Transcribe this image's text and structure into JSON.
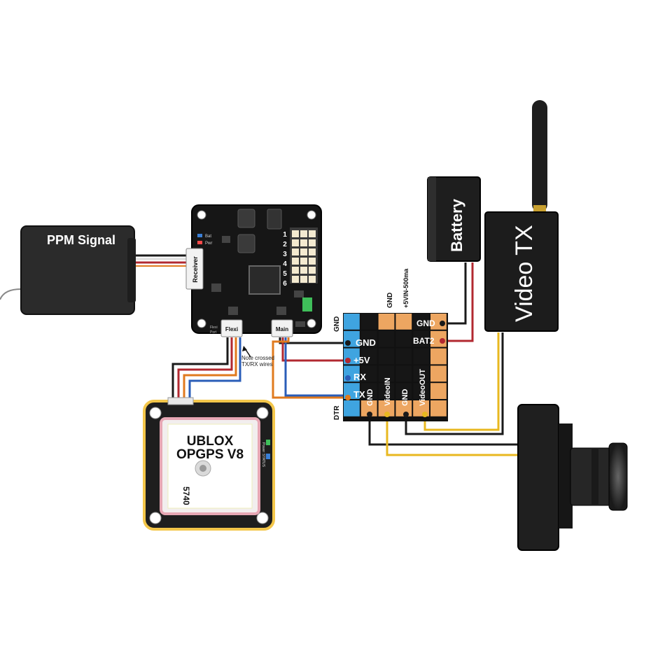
{
  "ppm": {
    "label": "PPM Signal"
  },
  "fc": {
    "receiver_port": "Receiver",
    "flexi_port": "Flexi",
    "main_port": "Main",
    "flexi_port_small": "Flexi",
    "flexi_port_small2": "Port",
    "bat_label": "Bat",
    "pwr_label": "Pwr",
    "pin_numbers": [
      "1",
      "2",
      "3",
      "4",
      "5",
      "6"
    ],
    "note_line1": "Note crossed",
    "note_line2": "TX/RX wires"
  },
  "osd": {
    "top_labels": [
      "GND",
      "+5VIN-500ma"
    ],
    "left_top_label": "GND",
    "left_bottom_label": "DTR",
    "left_pins": [
      "GND",
      "+5V",
      "RX",
      "TX"
    ],
    "right_pins": [
      "GND",
      "BAT2"
    ],
    "bottom_labels": [
      "GND",
      "VideoIN",
      "GND",
      "VideoOUT"
    ]
  },
  "battery": {
    "label": "Battery"
  },
  "vtx": {
    "label": "Video TX"
  },
  "gps": {
    "line1": "UBLOX",
    "line2": "OPGPS V8",
    "code": "5740",
    "power_label": "Power",
    "status_label": "STATUS"
  },
  "colors": {
    "wire_red": "#b22830",
    "wire_blue": "#2a5db8",
    "wire_orange": "#e07a1e",
    "wire_black": "#1a1a1a",
    "wire_yellow": "#e8b820",
    "pad_orange": "#eda661",
    "pad_blue": "#3fa4e0",
    "board_dark": "#161616"
  }
}
